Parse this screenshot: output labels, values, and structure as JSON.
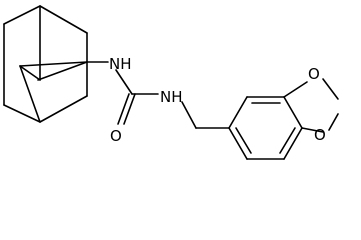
{
  "molecule": {
    "bond_color": "#000000",
    "background": "#ffffff",
    "atoms": {
      "nh_top": "NH",
      "o_carbonyl": "O",
      "nh_bottom": "NH",
      "o_ring_upper": "O",
      "o_ring_lower": "O"
    }
  }
}
